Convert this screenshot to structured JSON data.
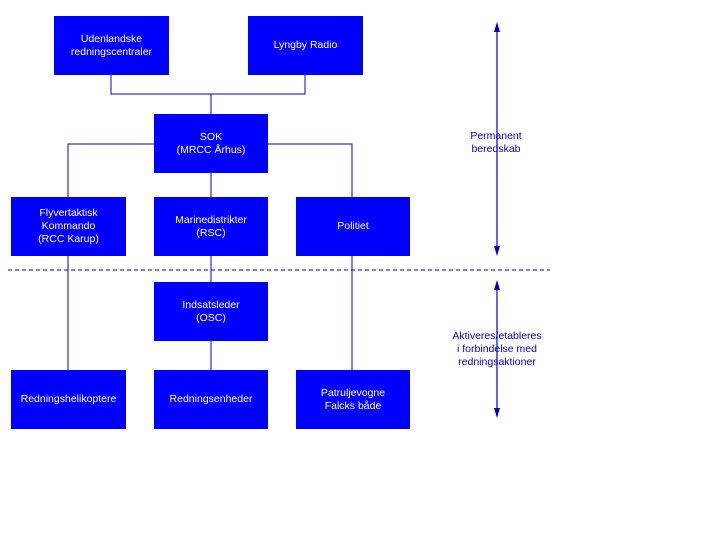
{
  "colors": {
    "box_fill": "#0000ff",
    "box_text": "#ffffff",
    "line": "#0000cc",
    "note_text": "#0000cc"
  },
  "boxes": {
    "foreign": {
      "line1": "Udenlandske",
      "line2": "redningscentraler"
    },
    "lyngby": {
      "line1": "Lyngby Radio"
    },
    "sok": {
      "line1": "SOK",
      "line2": "(MRCC Århus)"
    },
    "flyv": {
      "line1": "Flyvertaktisk",
      "line2": "Kommando",
      "line3": "(RCC Karup)"
    },
    "marine": {
      "line1": "Marinedistrikter",
      "line2": "(RSC)"
    },
    "politi": {
      "line1": "Politiet"
    },
    "osc": {
      "line1": "Indsatsleder",
      "line2": "(OSC)"
    },
    "heli": {
      "line1": "Redningshelikoptere"
    },
    "enheder": {
      "line1": "Redningsenheder"
    },
    "patrulje": {
      "line1": "Patruljevogne",
      "line2": "Falcks både"
    }
  },
  "notes": {
    "permanent": {
      "line1": "Permanent",
      "line2": "beredskab"
    },
    "aktiveres": {
      "line1": "Aktiveres/etableres",
      "line2": "i forbindelse med",
      "line3": "redningsaktioner"
    }
  }
}
